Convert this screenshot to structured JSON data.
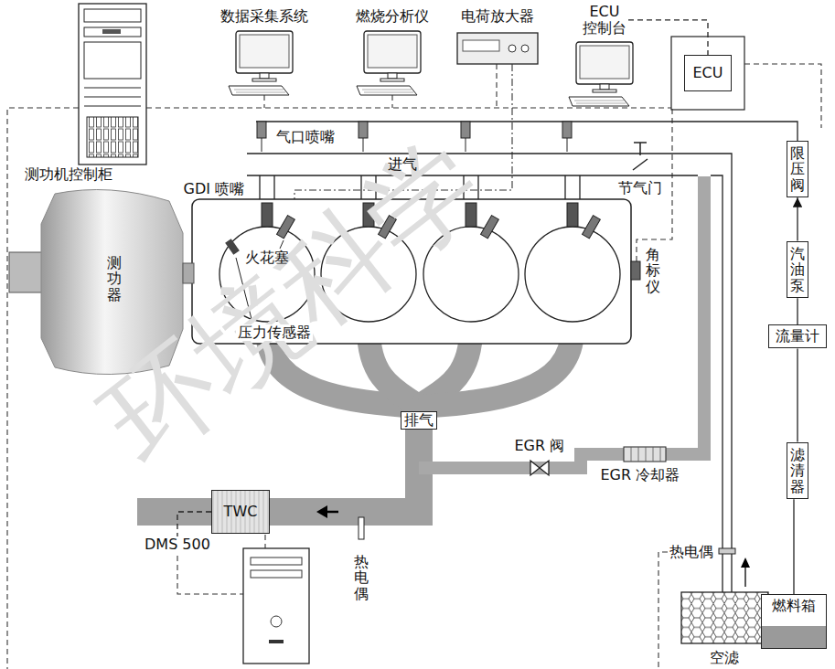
{
  "diagram": {
    "nodes": [
      {
        "text": [
          "测功机控制柜"
        ]
      },
      {
        "text": [
          "数据采集系统"
        ]
      },
      {
        "text": [
          "燃烧分析仪"
        ]
      },
      {
        "text": [
          "电荷放大器"
        ]
      },
      {
        "text": [
          "ECU 控制台"
        ]
      },
      {
        "text": [
          "ECU"
        ]
      },
      {
        "text": [
          "测功器"
        ]
      },
      {
        "text": [
          "限压阀"
        ]
      },
      {
        "text": [
          "汽油泵"
        ]
      },
      {
        "text": [
          "流量计"
        ]
      },
      {
        "text": [
          "滤清器"
        ]
      },
      {
        "text": [
          "燃料箱"
        ]
      },
      {
        "text": [
          "空滤"
        ]
      },
      {
        "text": [
          "TWC"
        ]
      },
      {
        "text": [
          "DMS 500"
        ]
      }
    ],
    "edges": [
      {
        "from": 4,
        "to": 5,
        "arrow": "none"
      },
      {
        "from": 11,
        "to": 10,
        "arrow": "none"
      },
      {
        "from": 10,
        "to": 9,
        "arrow": "none"
      },
      {
        "from": 9,
        "to": 8,
        "arrow": "none"
      },
      {
        "from": 8,
        "to": 7,
        "arrow": "to"
      },
      {
        "from": 13,
        "to": 14,
        "arrow": "none"
      }
    ],
    "labels": [
      "气口喷嘴",
      "进气",
      "节气门",
      "GDI 喷嘴",
      "火花塞",
      "压力传感器",
      "角标仪",
      "排气",
      "EGR 阀",
      "EGR 冷却器",
      "热电偶",
      "热电偶",
      "环境科学"
    ]
  }
}
